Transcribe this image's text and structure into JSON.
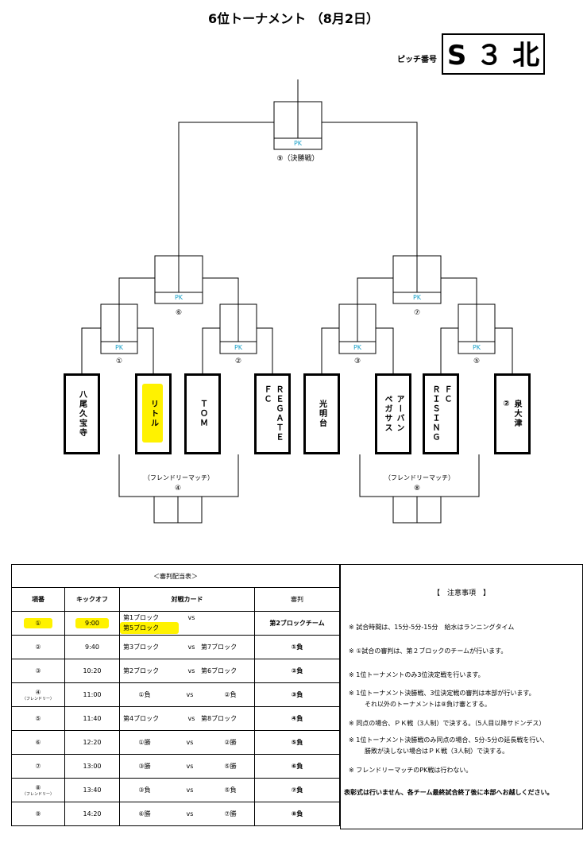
{
  "title": "6位トーナメント （8月2日）",
  "pitch": {
    "label": "ピッチ番号",
    "value": "S ３ 北"
  },
  "pk_label": "PK",
  "final_label": "⑨（決勝戦）",
  "semi_labels": [
    "⑥",
    "⑦"
  ],
  "round1_labels": [
    "①",
    "②",
    "③",
    "⑤"
  ],
  "friendly": [
    {
      "label": "（フレンドリーマッチ）",
      "num": "④"
    },
    {
      "label": "（フレンドリーマッチ）",
      "num": "⑧"
    }
  ],
  "teams": [
    "八尾久宝寺",
    "リトル",
    "ＴＯＭ",
    "ＲＥＧＡＴＥ\nＦＣ",
    "光明台",
    "アーバン\nペガサス",
    "ＦＣ\nＲＩＳＩＮＧ",
    "泉大津\n②"
  ],
  "schedule": {
    "caption": "＜審判配当表＞",
    "headers": [
      "項番",
      "キックオフ",
      "対戦カード",
      "審判"
    ],
    "rows": [
      {
        "no": "①",
        "sub": "",
        "time": "9:00",
        "a": "第1ブロック",
        "vs": "vs",
        "b": "第5ブロック",
        "ref": "第2ブロックチーム"
      },
      {
        "no": "②",
        "sub": "",
        "time": "9:40",
        "a": "第3ブロック",
        "vs": "vs",
        "b": "第7ブロック",
        "ref": "①負"
      },
      {
        "no": "③",
        "sub": "",
        "time": "10:20",
        "a": "第2ブロック",
        "vs": "vs",
        "b": "第6ブロック",
        "ref": "②負"
      },
      {
        "no": "④",
        "sub": "（フレンドリー）",
        "time": "11:00",
        "a": "①負",
        "vs": "vs",
        "b": "②負",
        "ref": "③負"
      },
      {
        "no": "⑤",
        "sub": "",
        "time": "11:40",
        "a": "第4ブロック",
        "vs": "vs",
        "b": "第8ブロック",
        "ref": "④負"
      },
      {
        "no": "⑥",
        "sub": "",
        "time": "12:20",
        "a": "①勝",
        "vs": "vs",
        "b": "②勝",
        "ref": "⑤負"
      },
      {
        "no": "⑦",
        "sub": "",
        "time": "13:00",
        "a": "③勝",
        "vs": "vs",
        "b": "⑤勝",
        "ref": "⑥負"
      },
      {
        "no": "⑧",
        "sub": "（フレンドリー）",
        "time": "13:40",
        "a": "③負",
        "vs": "vs",
        "b": "⑤負",
        "ref": "⑦負"
      },
      {
        "no": "⑨",
        "sub": "",
        "time": "14:20",
        "a": "⑥勝",
        "vs": "vs",
        "b": "⑦勝",
        "ref": "⑧負"
      }
    ]
  },
  "notes": {
    "heading": "【　注意事項　】",
    "items": [
      "※ 試合時間は、15分-5分-15分　給水はランニングタイム",
      "※ ①試合の審判は、第２ブロックのチームが行います。",
      "※ 1位トーナメントのみ3位決定戦を行います。",
      "※ 1位トーナメント決勝戦、3位決定戦の審判は本部が行います。",
      "それ以外のトーナメントは⑧負け審とする。",
      "※ 同点の場合、ＰＫ戦（3人制）で決する。（5人目以降サドンデス）",
      "※ 1位トーナメント決勝戦のみ同点の場合、5分-5分の延長戦を行い、",
      "勝敗が決しない場合はＰＫ戦（3人制）で決する。",
      "※ フレンドリーマッチのPK戦は行わない。",
      "表彰式は行いません、各チーム最終試合終了後に本部へお越しください。"
    ]
  },
  "colors": {
    "highlight": "#fff200",
    "pk": "#1aa0c8"
  }
}
